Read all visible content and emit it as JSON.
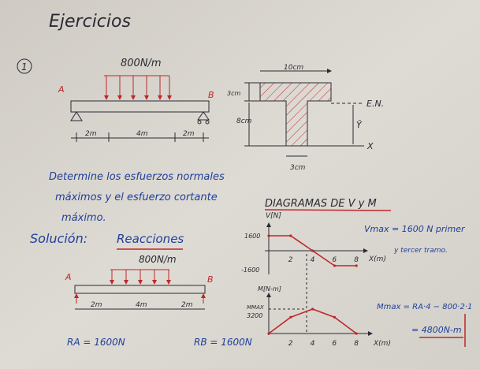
{
  "title": "Ejercicios",
  "exercise_number": "1",
  "problem1": {
    "load": "800N/m",
    "support_a": "A",
    "support_b": "B",
    "dims": [
      "2m",
      "4m",
      "2m"
    ]
  },
  "section": {
    "width": "10cm",
    "flange": "3cm",
    "web_height": "8cm",
    "web_width": "3cm",
    "neutral_axis": "E.N.",
    "ybar": "Ȳ",
    "x_axis": "X"
  },
  "statement": [
    "Determine los esfuerzos normales",
    "máximos y el esfuerzo cortante",
    "máximo."
  ],
  "solution": {
    "label": "Solución:",
    "reactions_label": "Reacciones",
    "load": "800N/m",
    "support_a": "A",
    "support_b": "B",
    "dims": [
      "2m",
      "4m",
      "2m"
    ],
    "ra": "RA = 1600N",
    "rb": "RB = 1600N"
  },
  "diagrams": {
    "title": "DIAGRAMAS DE V y M",
    "v_label": "V[N]",
    "m_label": "M[N-m]",
    "x_label": "X(m)",
    "v_ticks": [
      "1600",
      "-1600"
    ],
    "m_ticks": [
      "MMAX",
      "3200"
    ],
    "x_ticks": [
      "2",
      "4",
      "6",
      "8"
    ],
    "vmax": "Vmax = 1600 N primer",
    "vmax2": "y tercer tramo.",
    "mmax": "Mmax = RA·4 − 800·2·1",
    "mmax2": "= 4800N-m"
  },
  "chart_data": [
    {
      "type": "line",
      "title": "V",
      "ylabel": "V[N]",
      "xlabel": "X(m)",
      "x": [
        0,
        2,
        4,
        6,
        8
      ],
      "values": [
        1600,
        1600,
        0,
        -1600,
        -1600
      ]
    },
    {
      "type": "line",
      "title": "M",
      "ylabel": "M[N-m]",
      "xlabel": "X(m)",
      "x": [
        0,
        2,
        4,
        6,
        8
      ],
      "values": [
        0,
        3200,
        4800,
        3200,
        0
      ]
    }
  ],
  "colors": {
    "board": "#d9d6cf",
    "ink_black": "#2a2a33",
    "ink_blue": "#1f3f9a",
    "ink_red": "#c0262a"
  }
}
